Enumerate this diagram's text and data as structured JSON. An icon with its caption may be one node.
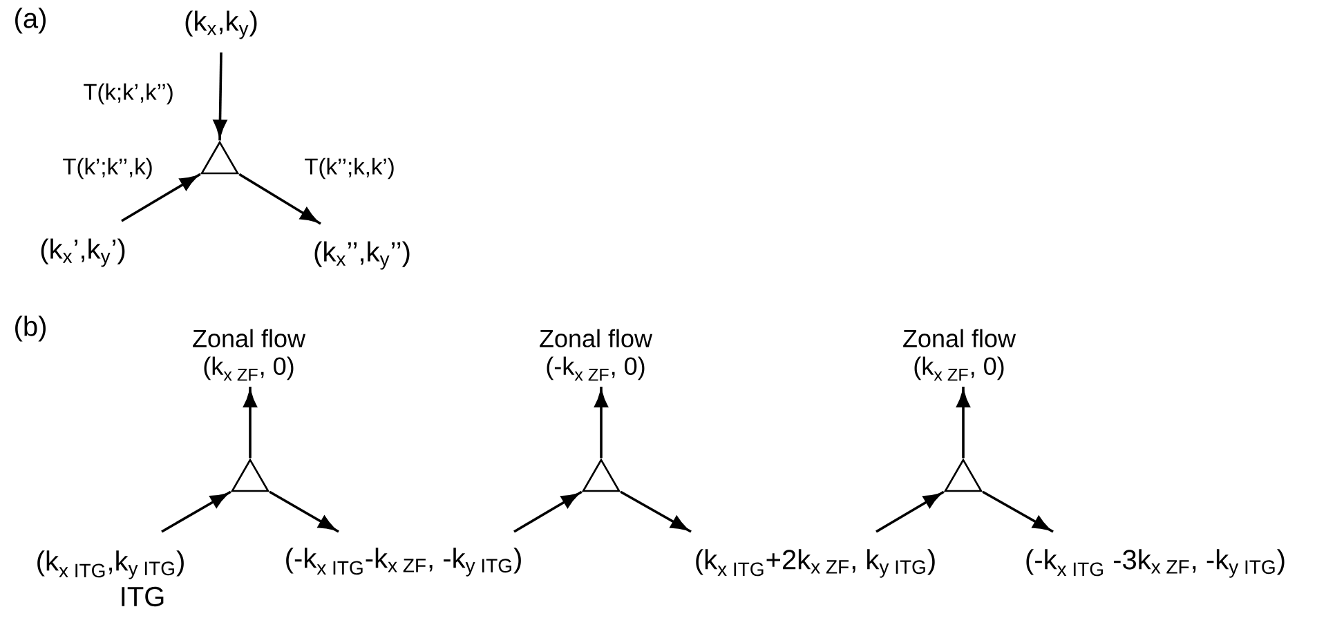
{
  "diagram": {
    "nodes": [
      {
        "text": [
          "(k$_{x}$,k$_{y}$)"
        ]
      },
      {
        "text": [],
        "shape": "triangle"
      },
      {
        "text": [
          "(k$_{x}$’,k$_{y}$’)"
        ]
      },
      {
        "text": [
          "(k$_{x}$’’,k$_{y}$’’)"
        ]
      },
      {
        "text": [
          "Zonal flow",
          "\\text{(k}_{\\text{x ZF}}\\text{, 0)}"
        ]
      },
      {
        "text": [],
        "shape": "triangle"
      },
      {
        "text": [
          "Zonal flow",
          "\\text{(-k}_{\\text{x ZF}}\\text{, 0)}"
        ]
      },
      {
        "text": [],
        "shape": "triangle"
      },
      {
        "text": [
          "Zonal flow",
          "\\text{(k}_{\\text{x ZF}}\\text{, 0)}"
        ]
      },
      {
        "text": [],
        "shape": "triangle"
      },
      {
        "text": [
          "\\text{(k}_{\\text{x ITG}}\\text{,k}_{\\text{y ITG}}\\text{)}"
        ],
        "beside": [
          "ITG"
        ]
      },
      {
        "text": [
          "\\text{(-k}_{\\text{x ITG}}\\text{-k}_{\\text{x ZF}}\\text{, -k}_{\\text{y ITG}}\\text{)}"
        ]
      },
      {
        "text": [
          "\\text{(k}_{\\text{x ITG}}\\text{+2k}_{\\text{x ZF}}\\text{, k}_{\\text{y ITG}}\\text{)}"
        ]
      },
      {
        "text": [
          "\\text{(-k}_{\\text{x ITG}}\\text{ -3k}_{\\text{x ZF}}\\text{, -k}_{\\text{y ITG}}\\text{)}"
        ]
      }
    ],
    "edges": [
      {
        "from": 0,
        "to": 1,
        "arrow": "to",
        "label": "T(k;k’,k’’)"
      },
      {
        "from": 2,
        "to": 1,
        "arrow": "to",
        "label": "T(k’;k’’,k)"
      },
      {
        "from": 1,
        "to": 3,
        "arrow": "to",
        "label": "T(k’’;k,k’)"
      },
      {
        "from": 5,
        "to": 4,
        "arrow": "to"
      },
      {
        "from": 10,
        "to": 5,
        "arrow": "to"
      },
      {
        "from": 5,
        "to": 11,
        "arrow": "to"
      },
      {
        "from": 7,
        "to": 6,
        "arrow": "to"
      },
      {
        "from": 11,
        "to": 7,
        "arrow": "to"
      },
      {
        "from": 7,
        "to": 12,
        "arrow": "to"
      },
      {
        "from": 9,
        "to": 8,
        "arrow": "to"
      },
      {
        "from": 12,
        "to": 9,
        "arrow": "to"
      },
      {
        "from": 9,
        "to": 13,
        "arrow": "to"
      }
    ],
    "labels": [
      "(a)",
      "(b)"
    ]
  }
}
